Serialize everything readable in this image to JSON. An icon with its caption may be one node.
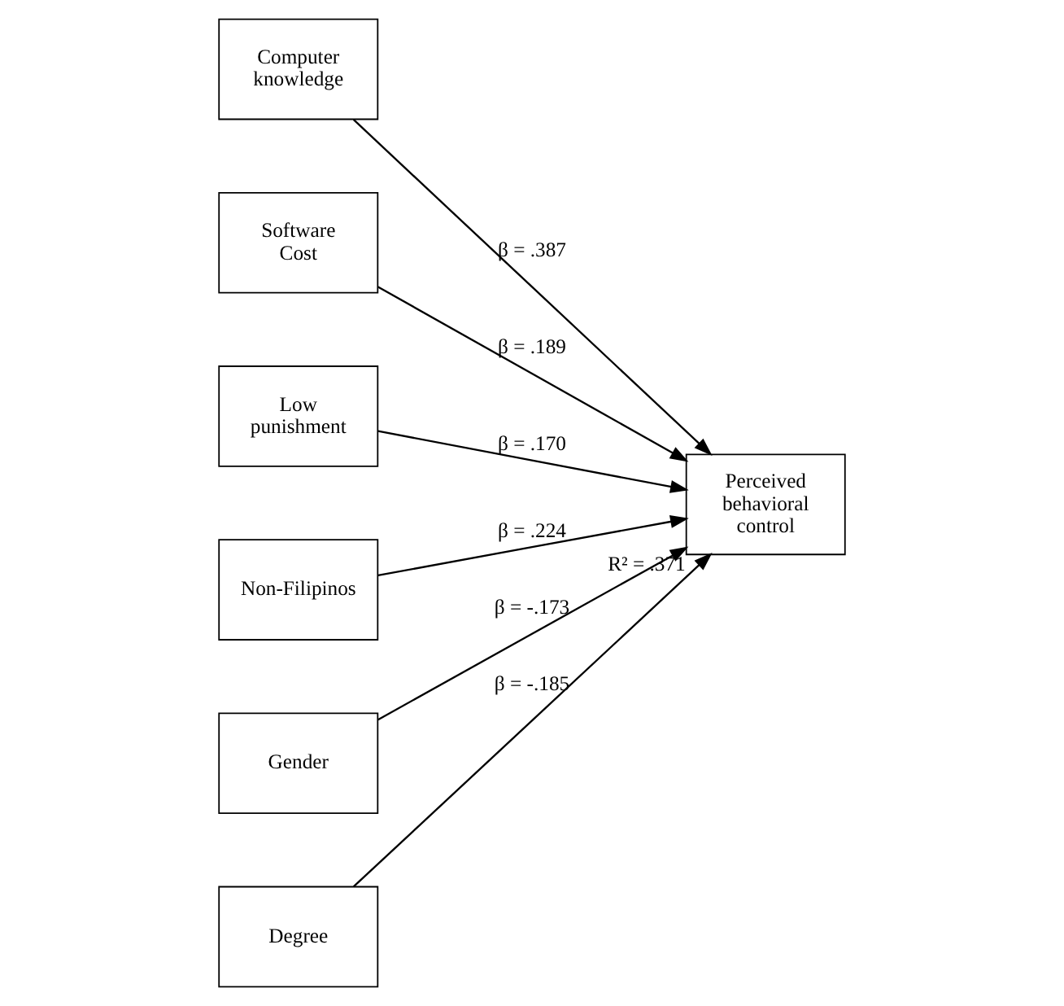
{
  "diagram": {
    "nodes": [
      {
        "text": [
          "Computer knowledge"
        ]
      },
      {
        "text": [
          "Software Cost"
        ]
      },
      {
        "text": [
          "Low punishment"
        ]
      },
      {
        "text": [
          "Non-Filipinos"
        ]
      },
      {
        "text": [
          "Gender"
        ]
      },
      {
        "text": [
          "Degree"
        ]
      },
      {
        "text": [
          "Perceived behavioral control"
        ],
        "beside": [
          "R² = .371"
        ]
      }
    ],
    "edges": [
      {
        "from": 0,
        "to": 6,
        "arrow": "to",
        "label": "β = .387"
      },
      {
        "from": 1,
        "to": 6,
        "arrow": "to",
        "label": "β = .189"
      },
      {
        "from": 2,
        "to": 6,
        "arrow": "to",
        "label": "β = .170"
      },
      {
        "from": 3,
        "to": 6,
        "arrow": "to",
        "label": "β = .224"
      },
      {
        "from": 4,
        "to": 6,
        "arrow": "to",
        "label": "β = -.173"
      },
      {
        "from": 5,
        "to": 6,
        "arrow": "to",
        "label": "β = -.185"
      }
    ]
  }
}
